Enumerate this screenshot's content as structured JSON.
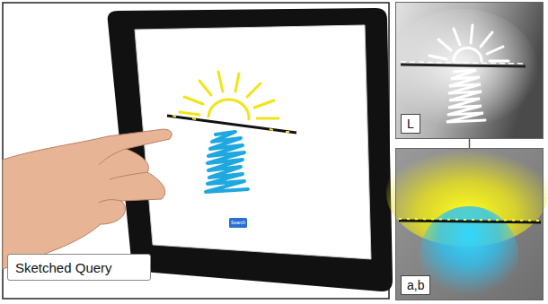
{
  "diagram": {
    "nodes": [
      {
        "text": [
          "Sketched Query"
        ]
      },
      {
        "text": [
          "L"
        ]
      },
      {
        "text": [
          "a,b"
        ]
      }
    ],
    "edges": [
      {
        "from": 1,
        "to": 2,
        "arrow": "none"
      }
    ],
    "labels": [
      "Search"
    ]
  }
}
